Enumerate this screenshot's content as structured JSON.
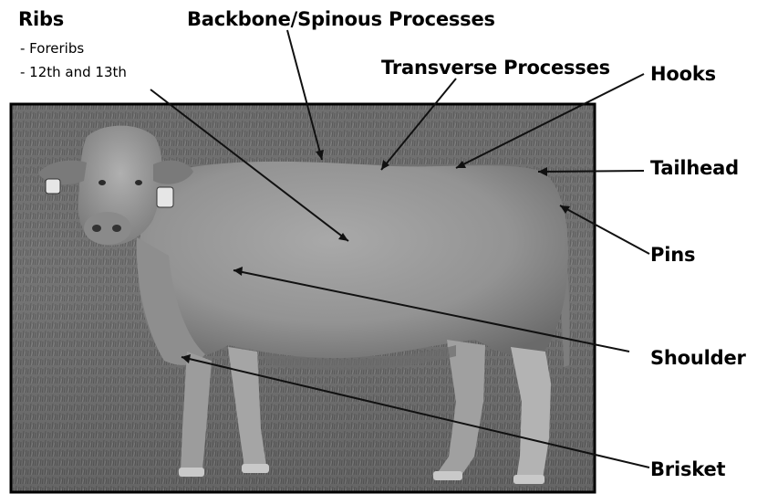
{
  "labels": {
    "ribs": "Ribs",
    "ribs_sub_1": "- Foreribs",
    "ribs_sub_2": "- 12th and 13th",
    "backbone": "Backbone/Spinous Processes",
    "transverse": "Transverse Processes",
    "hooks": "Hooks",
    "tailhead": "Tailhead",
    "pins": "Pins",
    "shoulder": "Shoulder",
    "brisket": "Brisket"
  },
  "colors": {
    "leader_line": "#111111",
    "photo_border": "#000000",
    "grass_dark": "#4a4a4a",
    "grass_light": "#8a8a8a",
    "cow_body": "#9a9a9a"
  }
}
